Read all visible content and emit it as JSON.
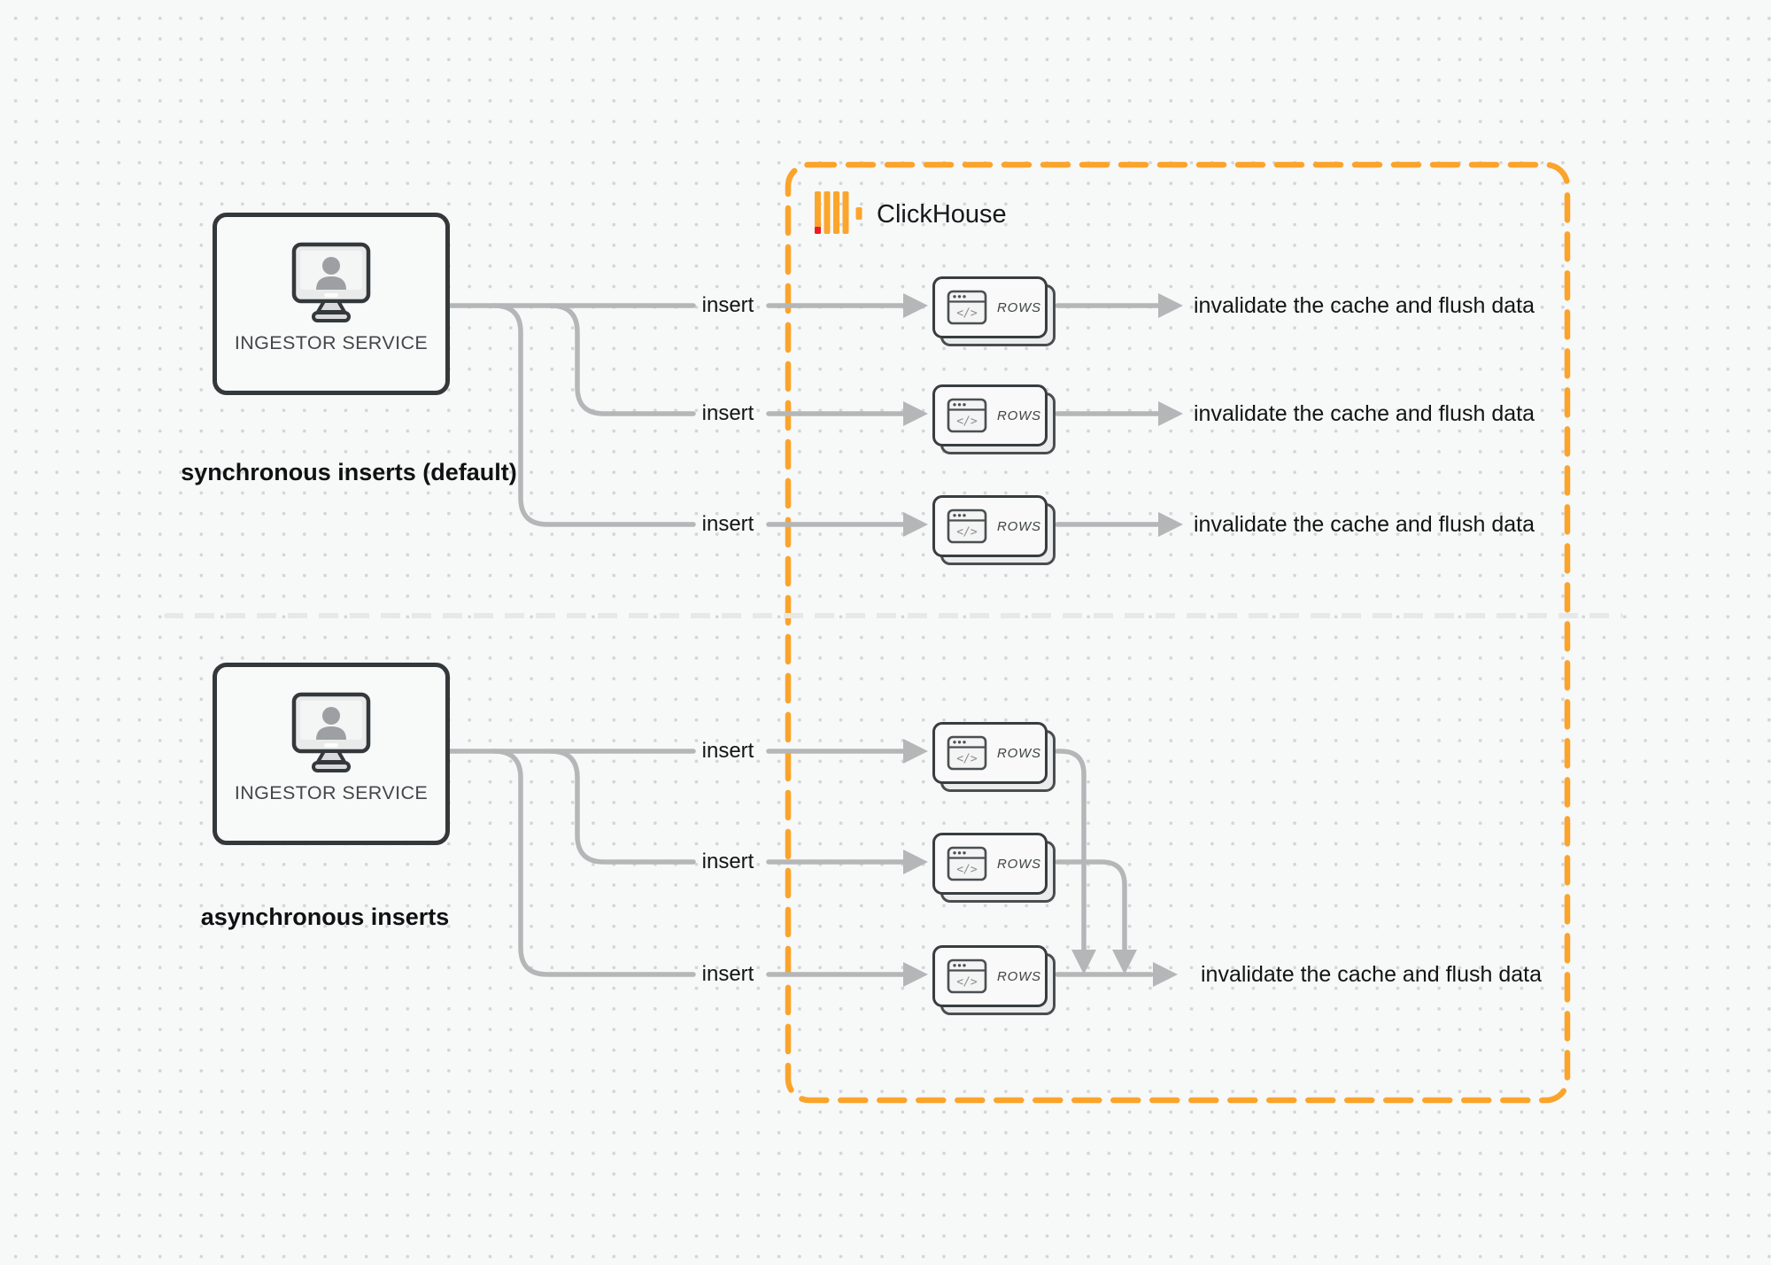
{
  "clickhouse": {
    "label": "ClickHouse",
    "brand_orange": "#FAA42C",
    "brand_red": "#EE1B22"
  },
  "sync": {
    "ingestor_label": "INGESTOR SERVICE",
    "caption": "synchronous inserts (default)",
    "rows": [
      {
        "insert": "insert",
        "card": "ROWS",
        "result": "invalidate the cache and flush data"
      },
      {
        "insert": "insert",
        "card": "ROWS",
        "result": "invalidate the cache and flush data"
      },
      {
        "insert": "insert",
        "card": "ROWS",
        "result": "invalidate the cache and flush data"
      }
    ]
  },
  "async": {
    "ingestor_label": "INGESTOR SERVICE",
    "caption": "asynchronous inserts",
    "rows": [
      {
        "insert": "insert",
        "card": "ROWS"
      },
      {
        "insert": "insert",
        "card": "ROWS"
      },
      {
        "insert": "insert",
        "card": "ROWS"
      }
    ],
    "result": "invalidate the cache and flush data"
  },
  "colors": {
    "connector": "#b5b6b8",
    "dark_border": "#33383b",
    "background": "#f7f8f8",
    "dot_grid": "#d4d5d6",
    "divider": "#e7e8e8"
  }
}
